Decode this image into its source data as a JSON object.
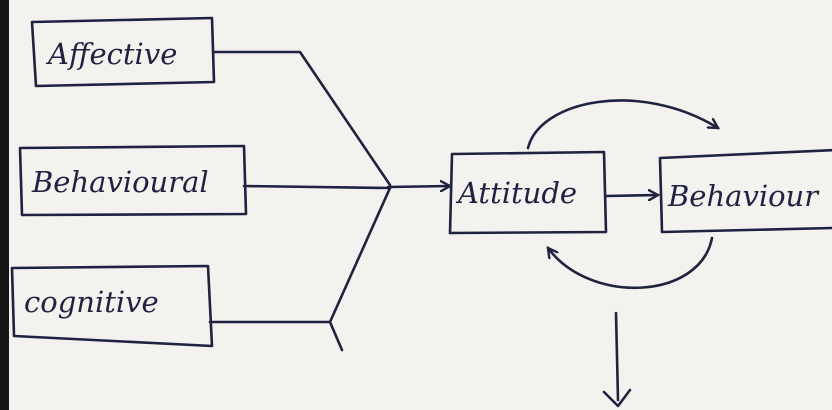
{
  "colors": {
    "ink": "#1f2240",
    "paper": "#f4f2ee"
  },
  "diagram": {
    "components": [
      {
        "id": "affective",
        "label": "Affective"
      },
      {
        "id": "behavioural",
        "label": "Behavioural"
      },
      {
        "id": "cognitive",
        "label": "cognitive"
      }
    ],
    "attitude": {
      "label": "Attitude"
    },
    "behaviour": {
      "label": "Behaviour"
    }
  }
}
